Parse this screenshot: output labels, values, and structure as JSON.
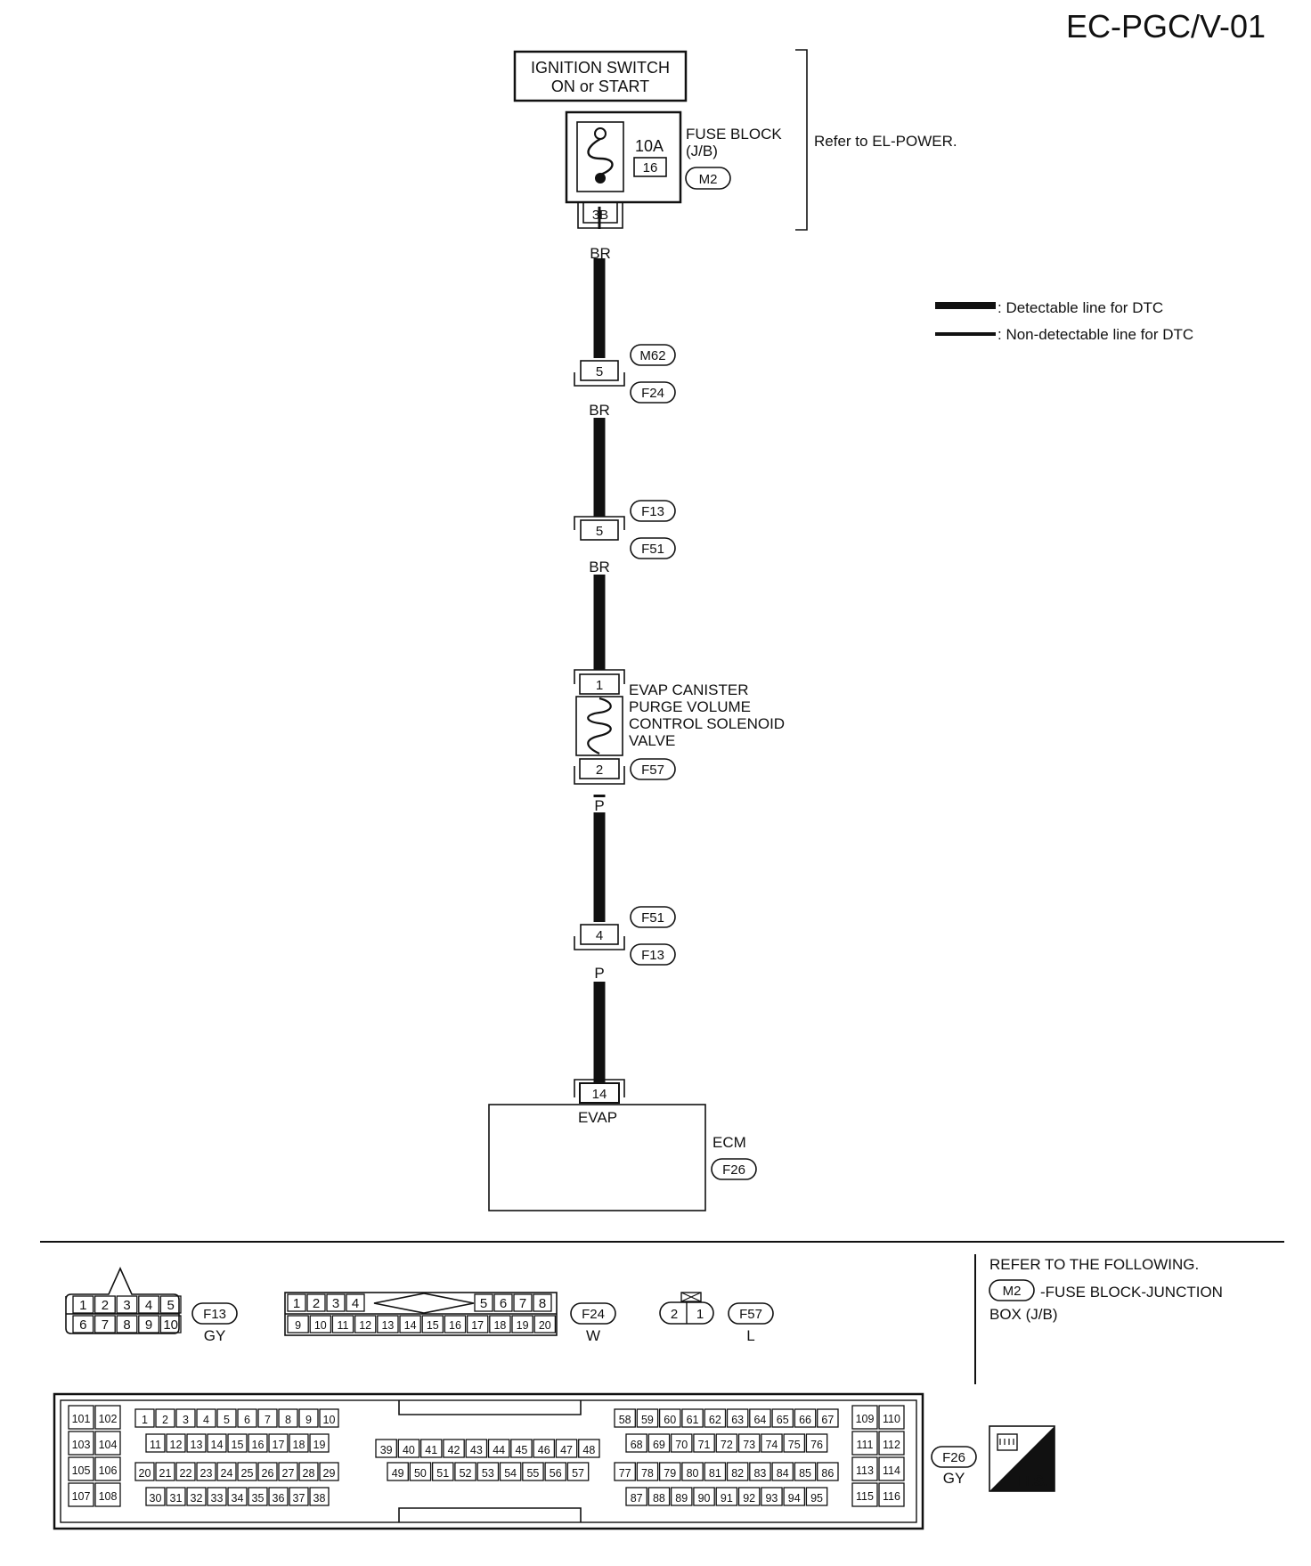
{
  "title": "EC-PGC/V-01",
  "ignition": {
    "line1": "IGNITION SWITCH",
    "line2": "ON or START"
  },
  "fuse": {
    "amp": "10A",
    "pin": "16",
    "label1": "FUSE BLOCK",
    "label2": "(J/B)",
    "connector": "M2",
    "out_pin": "3B"
  },
  "refer_power": "Refer to EL-POWER.",
  "legend": {
    "detectable": ": Detectable line for DTC",
    "non_detectable": ": Non-detectable line for DTC"
  },
  "wires": {
    "w1": "BR",
    "w2": "BR",
    "w3": "BR",
    "w4": "P",
    "w5": "P"
  },
  "junction1": {
    "pin": "5",
    "top": "M62",
    "bottom": "F24"
  },
  "junction2": {
    "pin": "5",
    "top": "F13",
    "bottom": "F51"
  },
  "junction3": {
    "pin": "4",
    "top": "F51",
    "bottom": "F13"
  },
  "valve": {
    "pin_top": "1",
    "pin_bottom": "2",
    "connector": "F57",
    "l1": "EVAP CANISTER",
    "l2": "PURGE VOLUME",
    "l3": "CONTROL SOLENOID",
    "l4": "VALVE"
  },
  "ecm": {
    "pin": "14",
    "terminal": "EVAP",
    "label": "ECM",
    "connector": "F26"
  },
  "f13_conn": {
    "id": "F13",
    "color": "GY",
    "row1": [
      "1",
      "2",
      "3",
      "4",
      "5"
    ],
    "row2": [
      "6",
      "7",
      "8",
      "9",
      "10"
    ]
  },
  "f24_conn": {
    "id": "F24",
    "color": "W",
    "row1a": [
      "1",
      "2",
      "3",
      "4"
    ],
    "row1b": [
      "5",
      "6",
      "7",
      "8"
    ],
    "row2": [
      "9",
      "10",
      "11",
      "12",
      "13",
      "14",
      "15",
      "16",
      "17",
      "18",
      "19",
      "20"
    ]
  },
  "f57_conn": {
    "id": "F57",
    "color": "L",
    "pins": [
      "2",
      "1"
    ]
  },
  "refer_box": {
    "line1": "REFER TO THE FOLLOWING.",
    "conn": "M2",
    "line2": "-FUSE BLOCK-JUNCTION",
    "line3": "BOX (J/B)"
  },
  "f26_conn": {
    "id": "F26",
    "color": "GY",
    "badge": "H.S.",
    "left_block": [
      "101",
      "102",
      "103",
      "104",
      "105",
      "106",
      "107",
      "108"
    ],
    "right_block": [
      "109",
      "110",
      "111",
      "112",
      "113",
      "114",
      "115",
      "116"
    ],
    "ga_r1": [
      "1",
      "2",
      "3",
      "4",
      "5",
      "6",
      "7",
      "8",
      "9",
      "10"
    ],
    "ga_r2": [
      "11",
      "12",
      "13",
      "14",
      "15",
      "16",
      "17",
      "18",
      "19"
    ],
    "ga_r3": [
      "20",
      "21",
      "22",
      "23",
      "24",
      "25",
      "26",
      "27",
      "28",
      "29"
    ],
    "ga_r4": [
      "30",
      "31",
      "32",
      "33",
      "34",
      "35",
      "36",
      "37",
      "38"
    ],
    "gb_r1": [
      "39",
      "40",
      "41",
      "42",
      "43",
      "44",
      "45",
      "46",
      "47",
      "48"
    ],
    "gb_r2": [
      "49",
      "50",
      "51",
      "52",
      "53",
      "54",
      "55",
      "56",
      "57"
    ],
    "gc_r1": [
      "58",
      "59",
      "60",
      "61",
      "62",
      "63",
      "64",
      "65",
      "66",
      "67"
    ],
    "gc_r2": [
      "68",
      "69",
      "70",
      "71",
      "72",
      "73",
      "74",
      "75",
      "76"
    ],
    "gc_r3": [
      "77",
      "78",
      "79",
      "80",
      "81",
      "82",
      "83",
      "84",
      "85",
      "86"
    ],
    "gc_r4": [
      "87",
      "88",
      "89",
      "90",
      "91",
      "92",
      "93",
      "94",
      "95"
    ]
  }
}
